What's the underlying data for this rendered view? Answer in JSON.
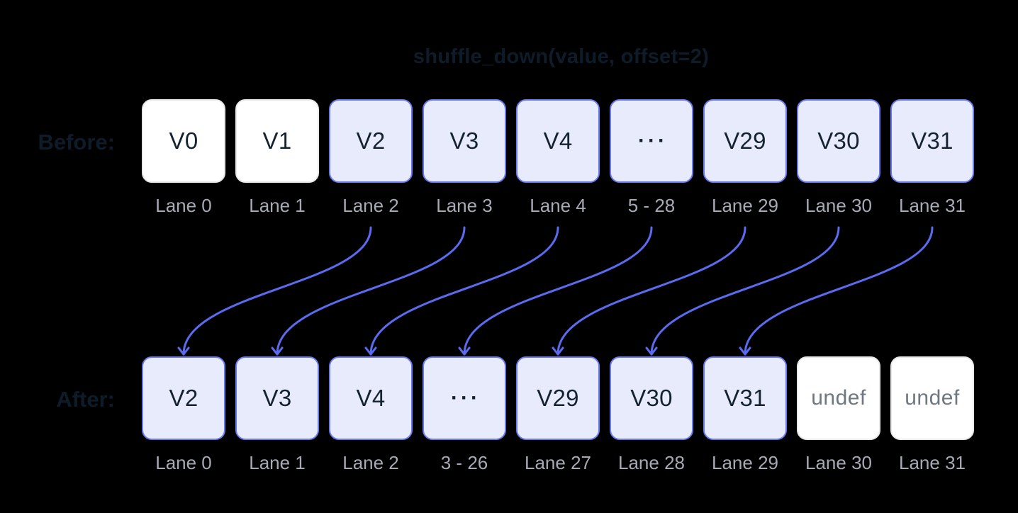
{
  "title": "shuffle_down(value, offset=2)",
  "before_row": {
    "label": "Before:",
    "cells": [
      {
        "value": "V0",
        "lane": "Lane 0",
        "variant": "plain"
      },
      {
        "value": "V1",
        "lane": "Lane 1",
        "variant": "plain"
      },
      {
        "value": "V2",
        "lane": "Lane 2",
        "variant": "active"
      },
      {
        "value": "V3",
        "lane": "Lane 3",
        "variant": "active"
      },
      {
        "value": "V4",
        "lane": "Lane 4",
        "variant": "active"
      },
      {
        "value": "···",
        "lane": "5 - 28",
        "variant": "active",
        "ellipsis": true
      },
      {
        "value": "V29",
        "lane": "Lane 29",
        "variant": "active"
      },
      {
        "value": "V30",
        "lane": "Lane 30",
        "variant": "active"
      },
      {
        "value": "V31",
        "lane": "Lane 31",
        "variant": "active"
      }
    ]
  },
  "after_row": {
    "label": "After:",
    "cells": [
      {
        "value": "V2",
        "lane": "Lane 0",
        "variant": "active"
      },
      {
        "value": "V3",
        "lane": "Lane 1",
        "variant": "active"
      },
      {
        "value": "V4",
        "lane": "Lane 2",
        "variant": "active"
      },
      {
        "value": "···",
        "lane": "3 - 26",
        "variant": "active",
        "ellipsis": true
      },
      {
        "value": "V29",
        "lane": "Lane 27",
        "variant": "active"
      },
      {
        "value": "V30",
        "lane": "Lane 28",
        "variant": "active"
      },
      {
        "value": "V31",
        "lane": "Lane 29",
        "variant": "active"
      },
      {
        "value": "undef",
        "lane": "Lane 30",
        "variant": "undef"
      },
      {
        "value": "undef",
        "lane": "Lane 31",
        "variant": "undef"
      }
    ]
  },
  "arrows": {
    "mappings": [
      {
        "from_col": 2,
        "to_col": 0
      },
      {
        "from_col": 3,
        "to_col": 1
      },
      {
        "from_col": 4,
        "to_col": 2
      },
      {
        "from_col": 5,
        "to_col": 3
      },
      {
        "from_col": 6,
        "to_col": 4
      },
      {
        "from_col": 7,
        "to_col": 5
      },
      {
        "from_col": 8,
        "to_col": 6
      }
    ]
  },
  "colors": {
    "background": "#000000",
    "heading_text": "#0E1C2A",
    "value_text": "#152330",
    "lane_label_text": "#A6AAB4",
    "undef_text": "#6F7781",
    "active_cell_fill": "#E8EBFC",
    "active_cell_border": "#6A7AEC",
    "plain_cell_fill": "#FFFFFF",
    "plain_cell_border": "#E8E8E8",
    "arrow": "#5B6BF0"
  }
}
